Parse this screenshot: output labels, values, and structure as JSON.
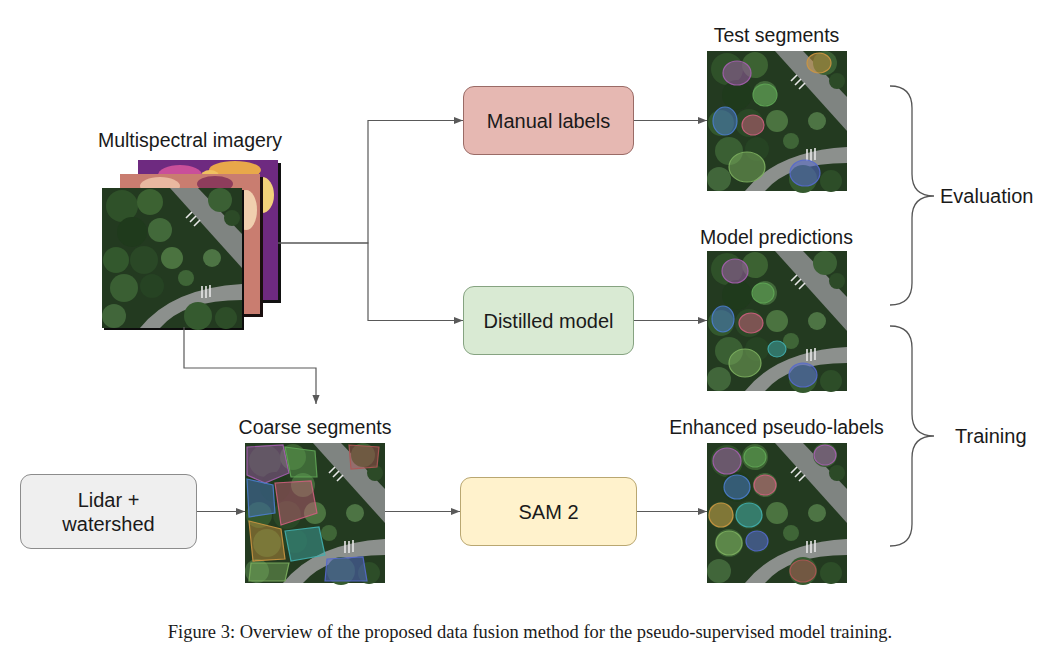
{
  "diagram": {
    "caption": "Figure 3: Overview of the proposed data fusion method for the pseudo-supervised model training.",
    "nodes": [
      {
        "text": [
          "Multispectral imagery"
        ]
      },
      {
        "text": [
          "Manual labels"
        ]
      },
      {
        "text": [
          "Test segments"
        ]
      },
      {
        "text": [
          "Distilled model"
        ]
      },
      {
        "text": [
          "Model predictions"
        ]
      },
      {
        "text": [
          "Lidar + watershed"
        ]
      },
      {
        "text": [
          "Coarse segments"
        ]
      },
      {
        "text": [
          "SAM 2"
        ]
      },
      {
        "text": [
          "Enhanced pseudo-labels"
        ]
      }
    ],
    "edges": [
      {
        "from": 0,
        "to": 1,
        "arrow": "to"
      },
      {
        "from": 0,
        "to": 3,
        "arrow": "to"
      },
      {
        "from": 0,
        "to": 6,
        "arrow": "to"
      },
      {
        "from": 1,
        "to": 2,
        "arrow": "to"
      },
      {
        "from": 3,
        "to": 4,
        "arrow": "to"
      },
      {
        "from": 5,
        "to": 6,
        "arrow": "to"
      },
      {
        "from": 6,
        "to": 7,
        "arrow": "to"
      },
      {
        "from": 7,
        "to": 8,
        "arrow": "to"
      }
    ],
    "labels": [
      "Evaluation",
      "Training"
    ]
  }
}
